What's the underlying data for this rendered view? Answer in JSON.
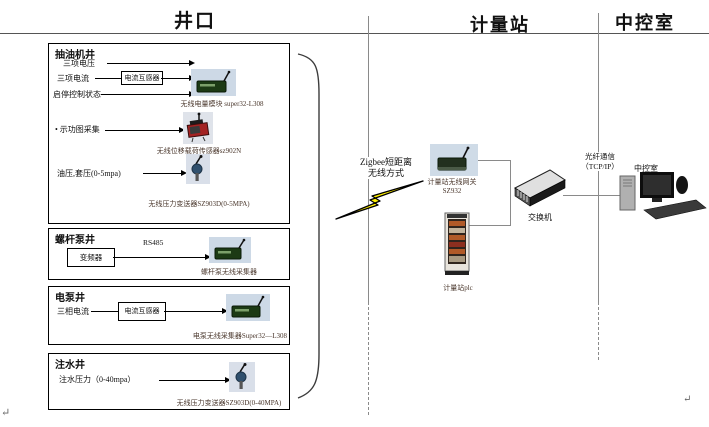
{
  "headers": {
    "wellhead": "井口",
    "metering": "计量站",
    "control_room": "中控室"
  },
  "wellhead": {
    "pumping_well": {
      "title": "抽油机井",
      "voltage_label": "三项电压",
      "current_label": "三项电流",
      "ct_label": "电流互感器",
      "startstop_label": "启停控制状态",
      "module_caption": "无线电量模块 super32-L308",
      "dyno_label": "• 示功图采集",
      "sensor_caption": "无线位移载荷传感器sz902N",
      "pressure_label": "油压,套压(0-5mpa)",
      "transmitter_caption": "无线压力变送器SZ903D(0-5MPA)"
    },
    "screw_pump_well": {
      "title": "螺杆泵井",
      "vfd_label": "变频器",
      "bus_label": "RS485",
      "collector_caption": "螺杆泵无线采集器"
    },
    "electric_pump_well": {
      "title": "电泵井",
      "current_label": "三相电流",
      "ct_label": "电流互感器",
      "collector_caption": "电泵无线采集器Super32—L308"
    },
    "injection_well": {
      "title": "注水井",
      "pressure_label": "注水压力（0-40mpa）",
      "transmitter_caption": "无线压力变送器SZ903D(0-40MPA)"
    }
  },
  "link": {
    "zigbee_line1": "Zigbee短距离",
    "zigbee_line2": "无线方式"
  },
  "metering": {
    "gateway_caption": "计量站无线网关SZ932",
    "switch_label": "交换机",
    "plc_label": "计量站plc"
  },
  "control": {
    "fiber_line1": "光纤通信",
    "fiber_line2": "（TCP/IP）",
    "room_label": "中控室"
  },
  "marks": {
    "para_left": "↵",
    "para_right": "↵"
  },
  "colors": {
    "lightning_fill": "#ffef00",
    "device_photo_bg": "#cdd9e6",
    "module_green": "#1c3a14",
    "connector_gray": "#8a8a8a"
  }
}
